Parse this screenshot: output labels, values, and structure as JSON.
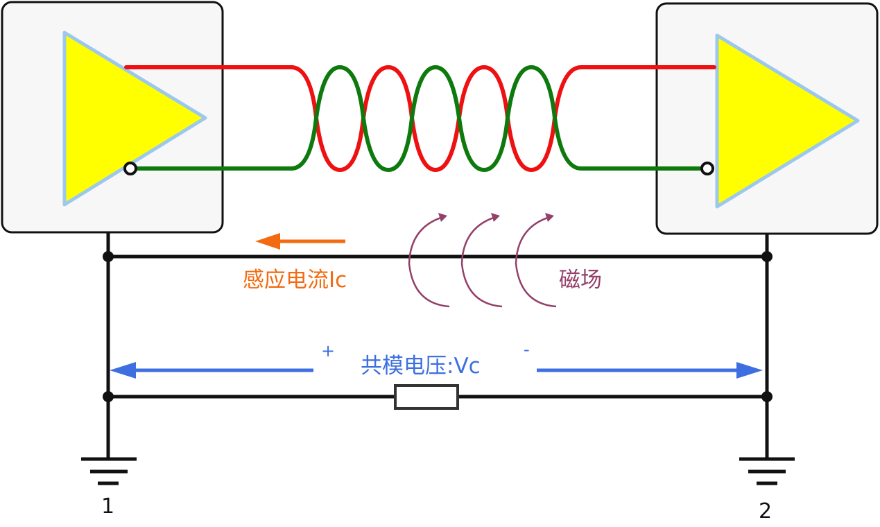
{
  "labels": {
    "induced_current": "感应电流Ic",
    "magnetic_field": "磁场",
    "common_mode_voltage": "共模电压:Vc",
    "plus": "+",
    "minus": "-",
    "ground_1": "1",
    "ground_2": "2"
  },
  "colors": {
    "box_fill": "#f7f7f7",
    "triangle_fill": "#ffff00",
    "triangle_stroke": "#9cc8ee",
    "wire_red": "#ee1111",
    "wire_green": "#0e7a0e",
    "current_orange": "#f26b10",
    "field_purple": "#93406a",
    "voltage_blue": "#3d6fe0",
    "line_black": "#111111"
  }
}
